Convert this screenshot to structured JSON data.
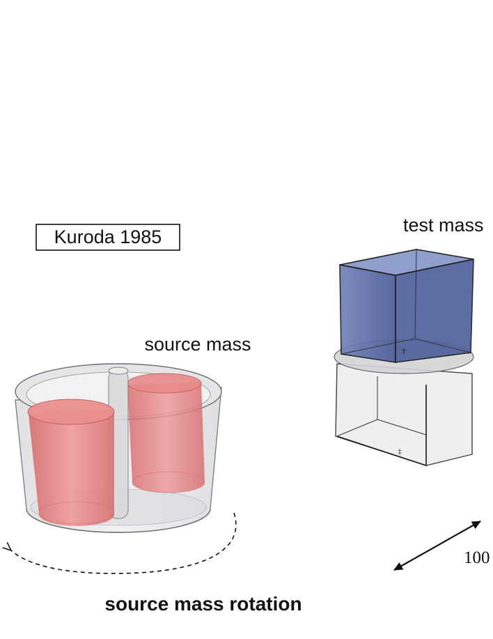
{
  "labels": {
    "title": "Kuroda 1985",
    "source_mass": "source mass",
    "test_mass": "test mass",
    "rotation": "source mass rotation",
    "scale": "100"
  },
  "colors": {
    "source_cylinder_fill": "#e27a7a",
    "source_cylinder_edge": "#d46464",
    "housing_fill": "#e7e8ea",
    "housing_edge": "#6b6d72",
    "test_mass_fill": "#5b6ea8",
    "test_mass_top": "#8594c6",
    "support_fill": "#e9eaec",
    "plate_fill": "#d3d4d7"
  },
  "icons": {
    "rotation_arrow": "dashed-curved-arrow-icon",
    "scale_arrow": "double-headed-arrow-icon"
  }
}
